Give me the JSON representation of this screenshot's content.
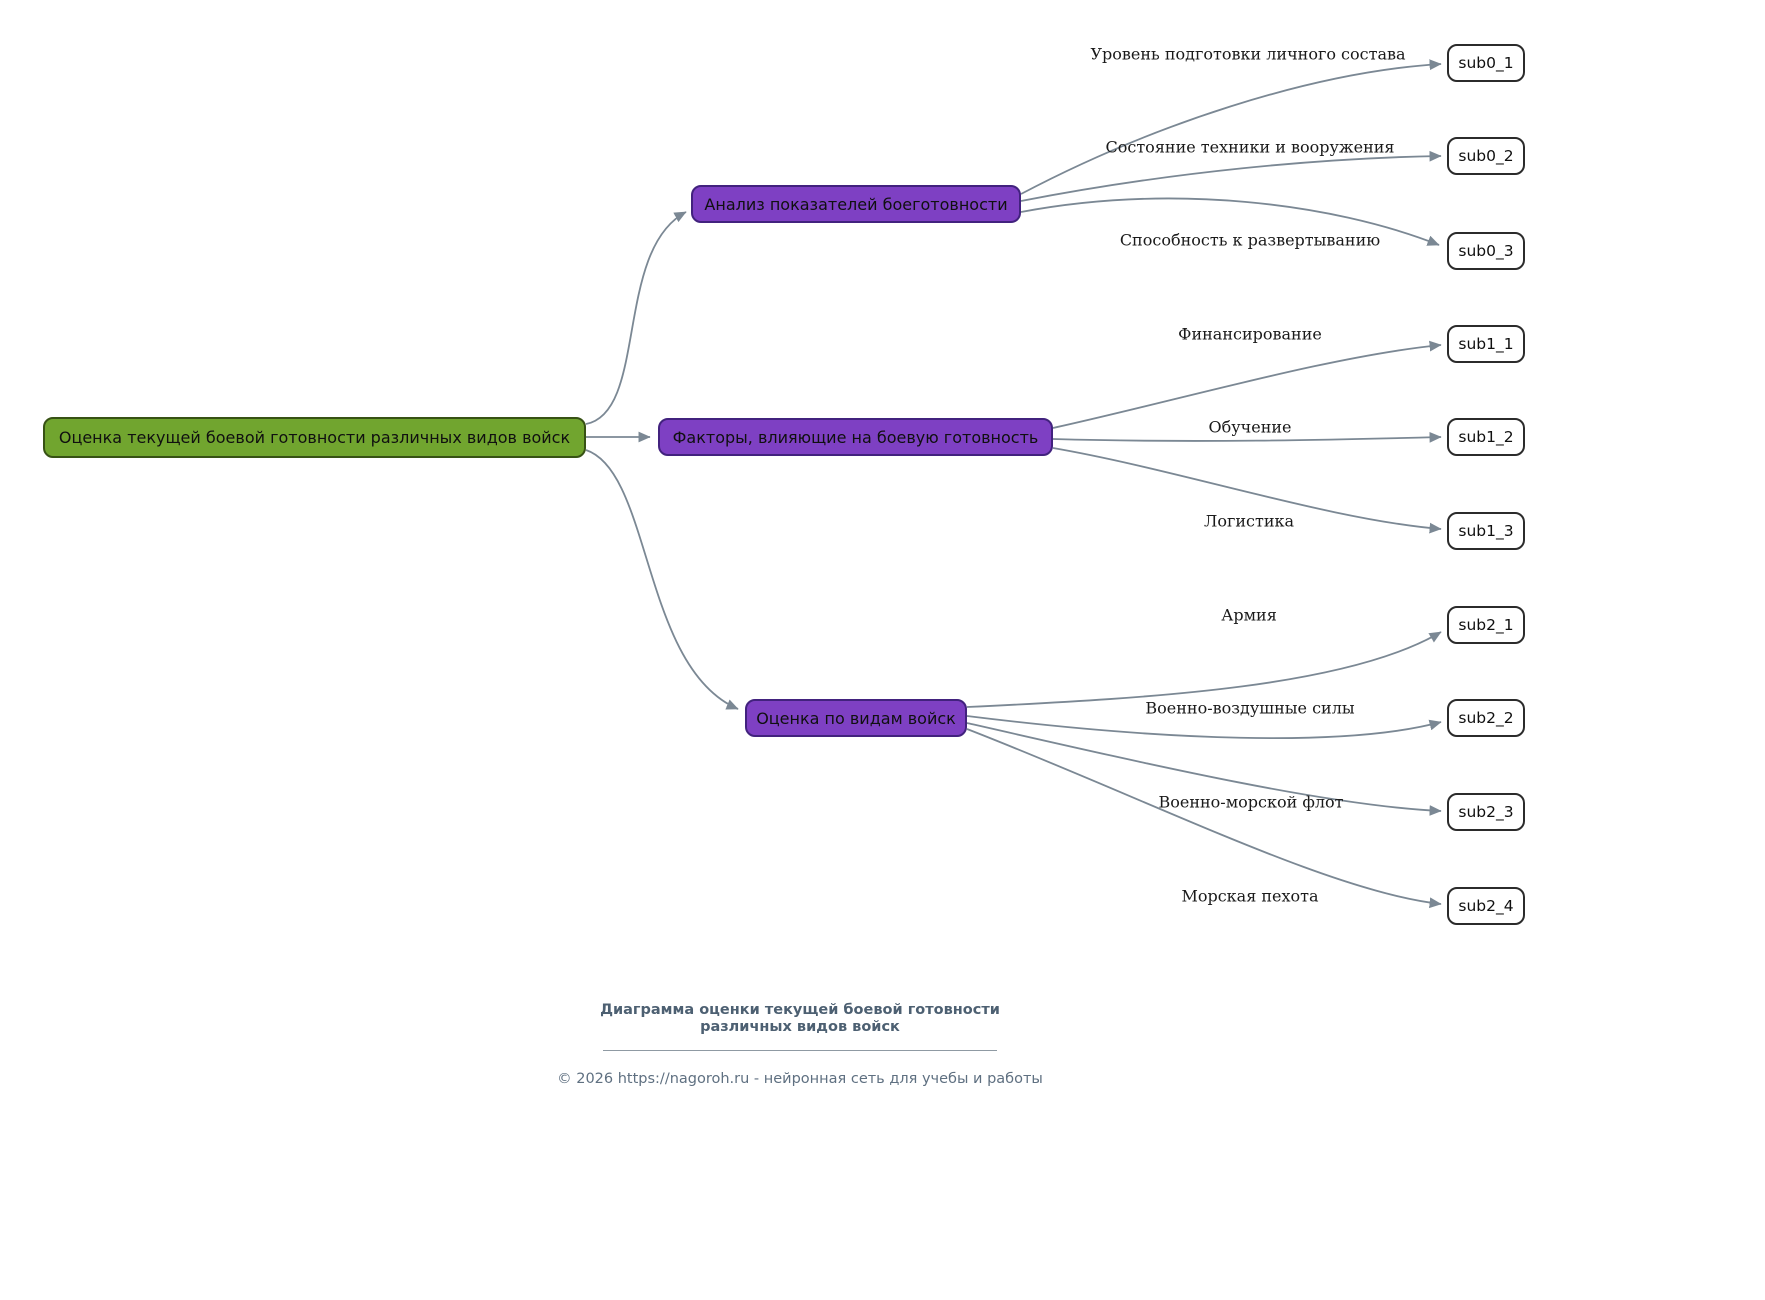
{
  "diagram": {
    "root": {
      "label": "Оценка текущей боевой готовности различных видов войск"
    },
    "branches": [
      {
        "label": "Анализ показателей боеготовности",
        "children": [
          {
            "edge_label": "Уровень подготовки личного состава",
            "label": "sub0_1"
          },
          {
            "edge_label": "Состояние техники и вооружения",
            "label": "sub0_2"
          },
          {
            "edge_label": "Способность к развертыванию",
            "label": "sub0_3"
          }
        ]
      },
      {
        "label": "Факторы, влияющие на боевую готовность",
        "children": [
          {
            "edge_label": "Финансирование",
            "label": "sub1_1"
          },
          {
            "edge_label": "Обучение",
            "label": "sub1_2"
          },
          {
            "edge_label": "Логистика",
            "label": "sub1_3"
          }
        ]
      },
      {
        "label": "Оценка по видам войск",
        "children": [
          {
            "edge_label": "Армия",
            "label": "sub2_1"
          },
          {
            "edge_label": "Военно-воздушные силы",
            "label": "sub2_2"
          },
          {
            "edge_label": "Военно-морской флот",
            "label": "sub2_3"
          },
          {
            "edge_label": "Морская пехота",
            "label": "sub2_4"
          }
        ]
      }
    ]
  },
  "footer": {
    "title_line1": "Диаграмма оценки текущей боевой готовности",
    "title_line2": "различных видов войск",
    "copyright": "© 2026 https://nagoroh.ru - нейронная сеть для учебы и работы"
  },
  "colors": {
    "root_fill": "#71a52f",
    "root_border": "#375214",
    "branch_fill": "#7e40c3",
    "branch_border": "#42227e",
    "leaf_fill": "#ffffff",
    "leaf_border": "#2b2b2b",
    "edge": "#7b8894",
    "footer_title": "#4d6072",
    "footer_copyright": "#5f7081"
  }
}
